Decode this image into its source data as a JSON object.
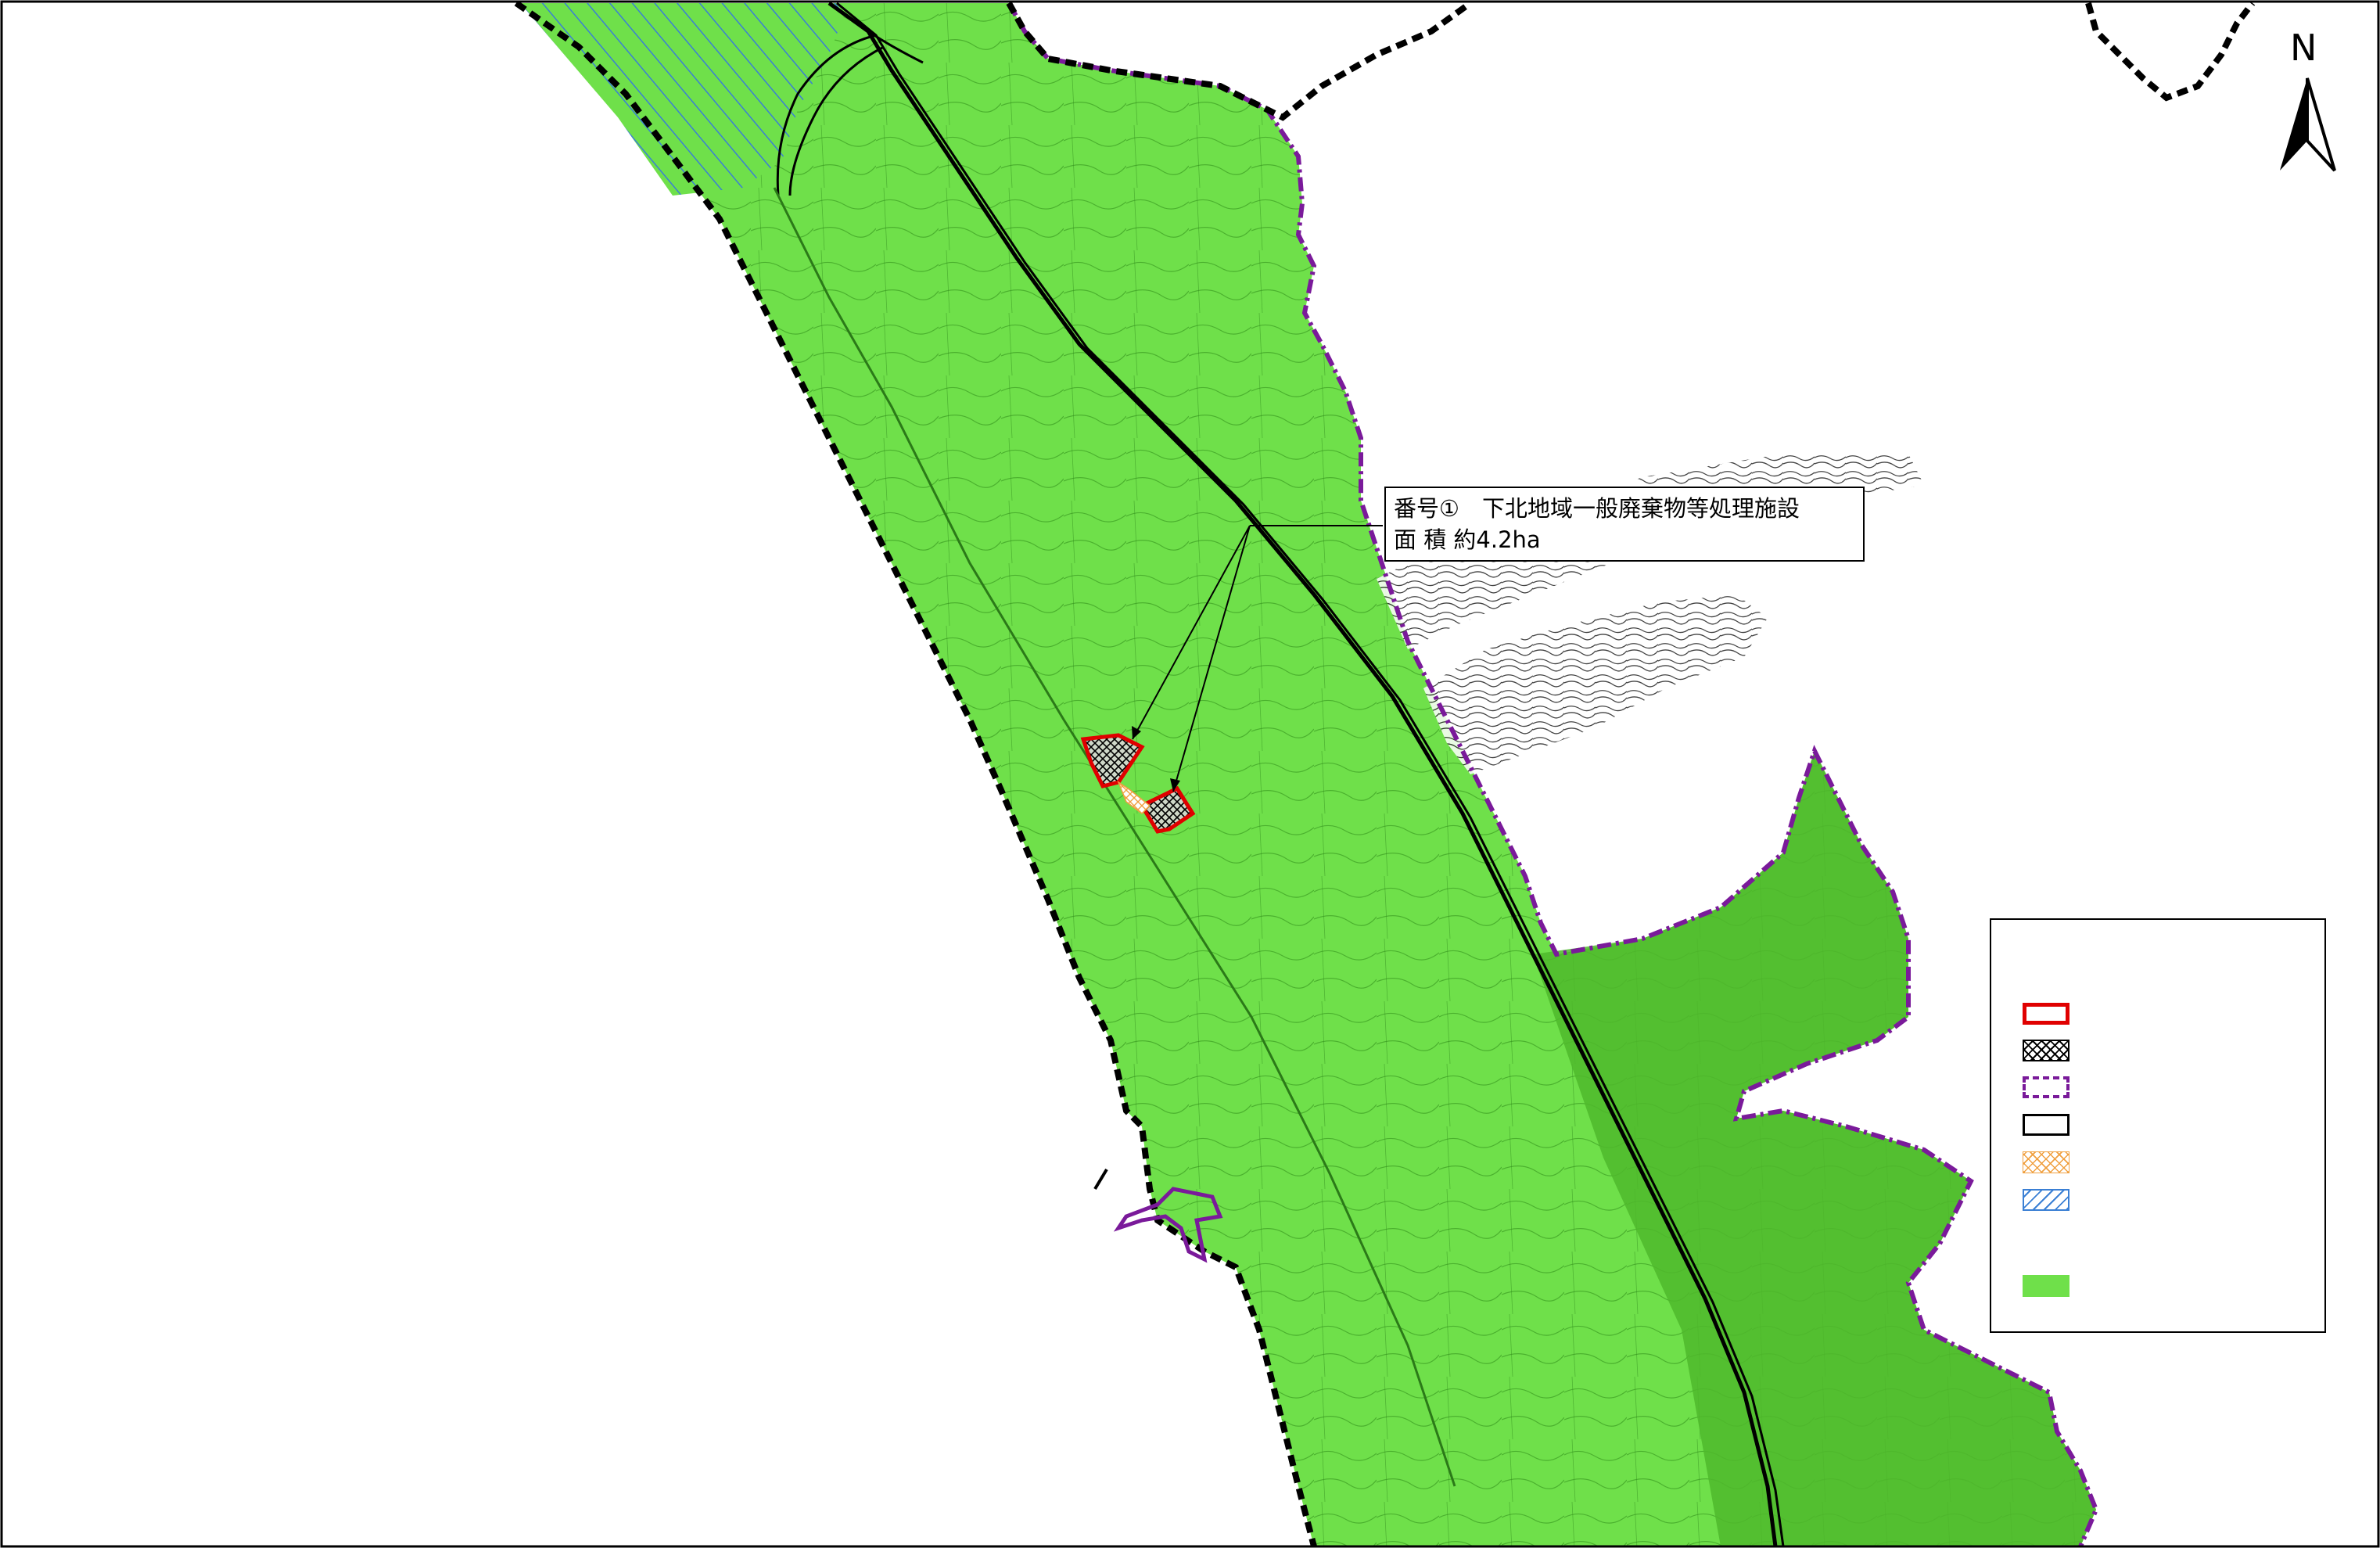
{
  "map": {
    "colors": {
      "land_fill": "#6fe04a",
      "land_dark": "#4fb82c",
      "contour": "#2e8a1a",
      "boundary_purple": "#7a1a9a",
      "site_red": "#e00000",
      "hatch_blue": "#3a7fd4",
      "road_black": "#000000"
    },
    "callout": {
      "line1": "番号①　下北地域一般廃棄物等処理施設",
      "line2": "面 積  約4.2ha"
    },
    "north_arrow": {
      "label": "N",
      "icon": "north-arrow-icon"
    },
    "legend": {
      "items": [
        {
          "icon": "red-outline-rectangle-icon",
          "label": ""
        },
        {
          "icon": "black-crosshatch-icon",
          "label": ""
        },
        {
          "icon": "purple-dashed-rectangle-icon",
          "label": ""
        },
        {
          "icon": "black-outline-rectangle-icon",
          "label": ""
        },
        {
          "icon": "orange-crosshatch-icon",
          "label": ""
        },
        {
          "icon": "blue-diagonal-hatch-icon",
          "label": ""
        },
        {
          "icon": "green-fill-icon",
          "label": ""
        }
      ]
    }
  }
}
